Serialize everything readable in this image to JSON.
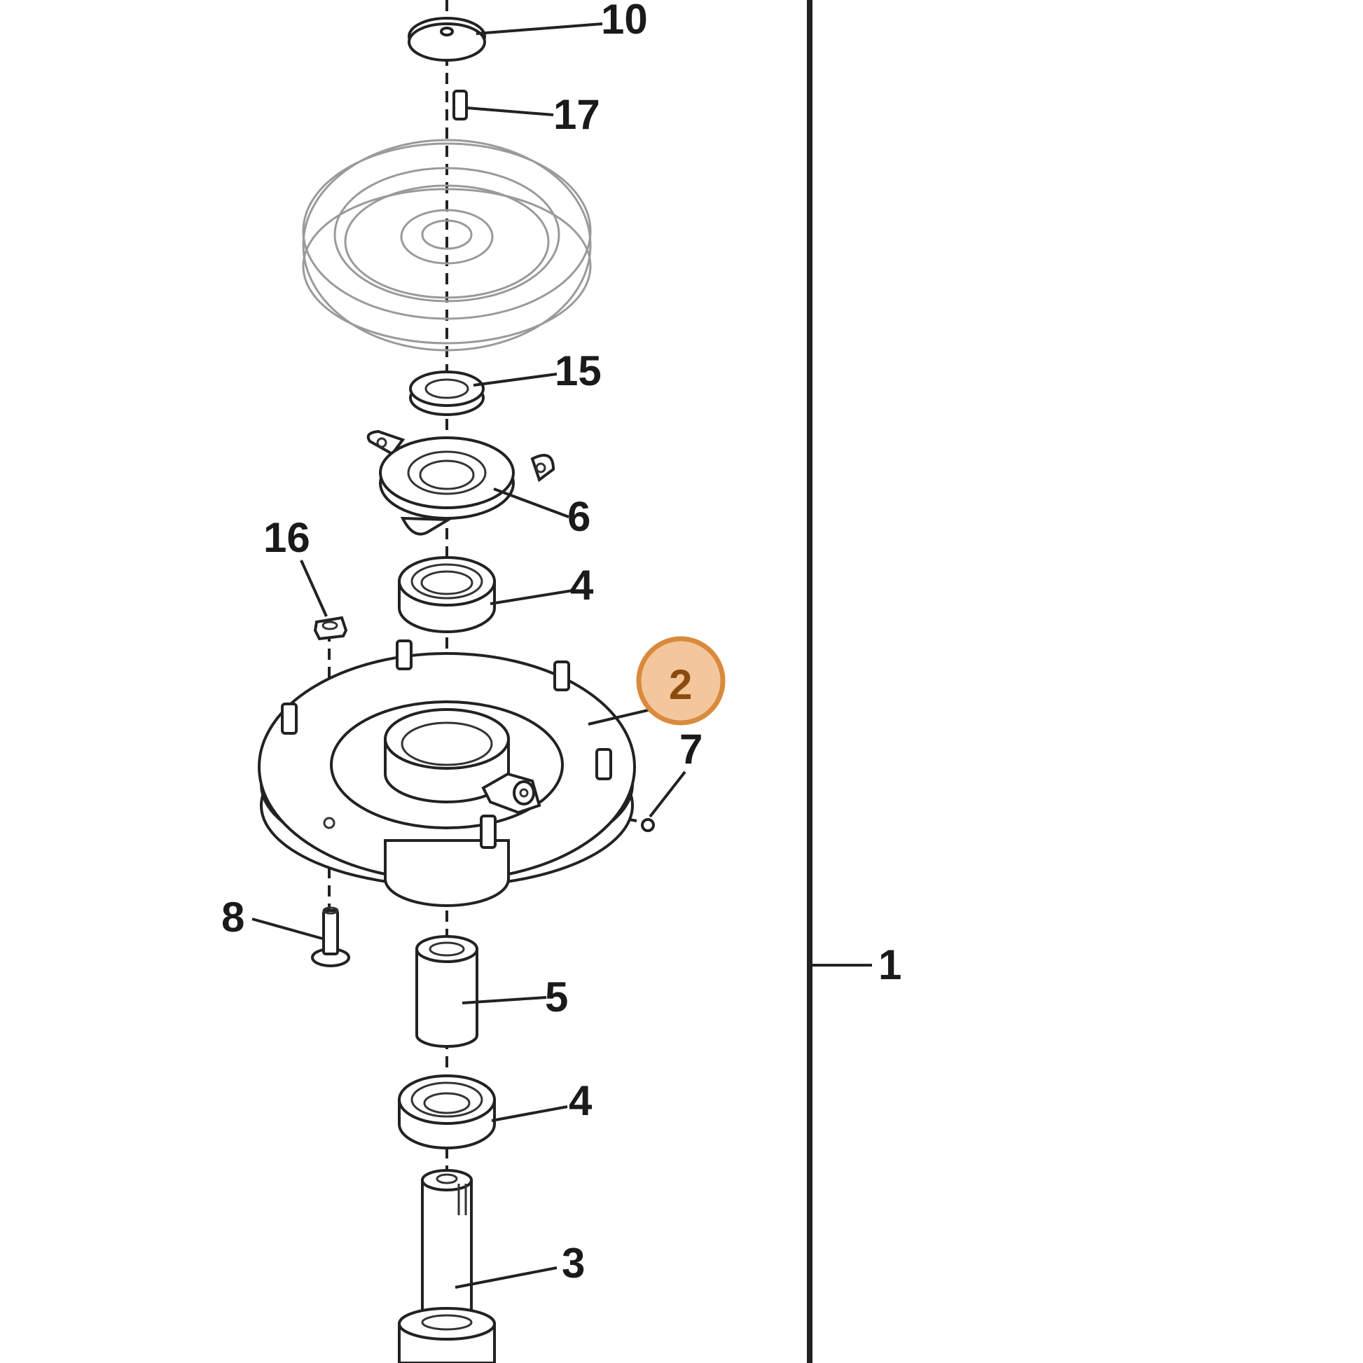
{
  "diagram": {
    "callouts": {
      "c10": "10",
      "c17": "17",
      "c15": "15",
      "c6": "6",
      "c16": "16",
      "c4_upper": "4",
      "c2": "2",
      "c7": "7",
      "c8": "8",
      "c1": "1",
      "c5": "5",
      "c4_lower": "4",
      "c3": "3"
    },
    "highlighted_callout": "2",
    "colors": {
      "highlight_fill": "#f3c79b",
      "highlight_stroke": "#d98a3d",
      "line": "#222222",
      "ghost_line": "#9a9a9a"
    }
  }
}
